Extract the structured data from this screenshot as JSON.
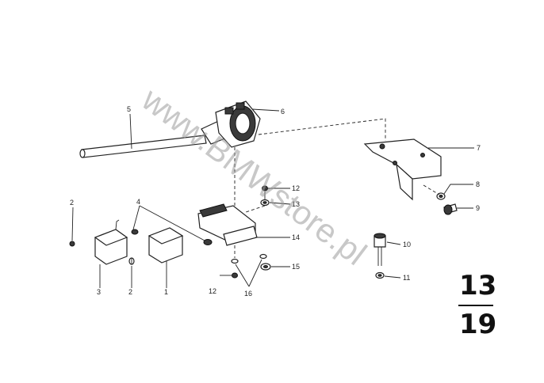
{
  "callouts": {
    "c1": "1",
    "c2a": "2",
    "c2b": "2",
    "c3": "3",
    "c4": "4",
    "c5": "5",
    "c6": "6",
    "c7": "7",
    "c8": "8",
    "c9": "9",
    "c10": "10",
    "c11": "11",
    "c12a": "12",
    "c12b": "12",
    "c13": "13",
    "c14": "14",
    "c15": "15",
    "c16": "16"
  },
  "page_ref": {
    "top": "13",
    "bottom": "19"
  },
  "watermark": "www.BMWstore.pl"
}
